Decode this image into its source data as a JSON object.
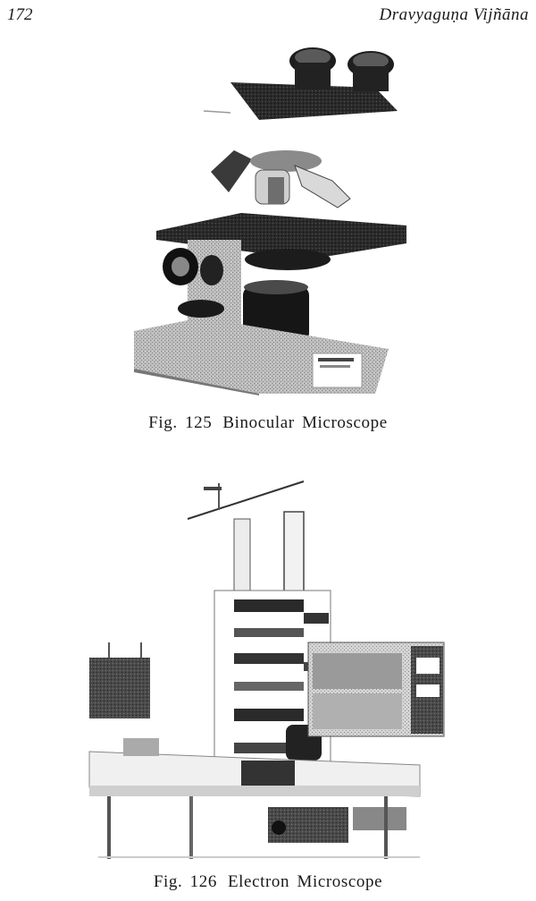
{
  "header": {
    "page_number": "172",
    "running_head": "Dravyaguṇa Vijñāna"
  },
  "figures": [
    {
      "number": "Fig. 125",
      "title": "Binocular Microscope",
      "image_icon": "binocular-microscope-photo"
    },
    {
      "number": "Fig. 126",
      "title": "Electron Microscope",
      "image_icon": "electron-microscope-photo"
    }
  ]
}
